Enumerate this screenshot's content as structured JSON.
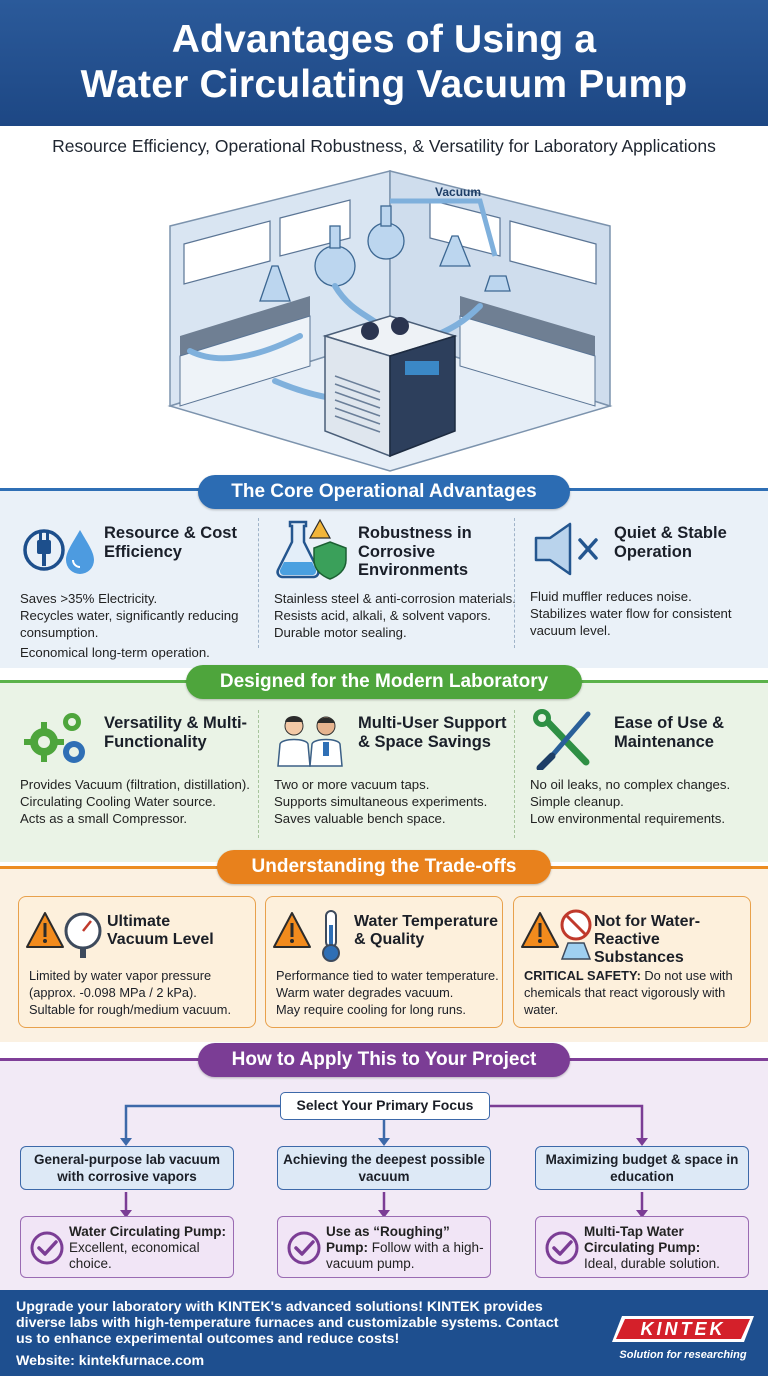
{
  "header": {
    "title_line1": "Advantages of Using a",
    "title_line2": "Water Circulating Vacuum Pump",
    "subtitle": "Resource Efficiency, Operational Robustness, & Versatility for Laboratory Applications"
  },
  "hero": {
    "vacuum_label": "Vacuum"
  },
  "core": {
    "heading": "The Core Operational Advantages",
    "cards": [
      {
        "title": "Resource & Cost Efficiency",
        "icon": "plug-water-drop-icon",
        "lines": [
          "Saves >35% Electricity.",
          "Recycles water, significantly reducing consumption.",
          "Economical long-term operation."
        ]
      },
      {
        "title": "Robustness in Corrosive Environments",
        "icon": "flask-shield-icon",
        "lines": [
          "Stainless steel & anti-corrosion materials.",
          "Resists acid, alkali, & solvent vapors.",
          "Durable motor sealing."
        ]
      },
      {
        "title": "Quiet & Stable Operation",
        "icon": "speaker-mute-icon",
        "lines": [
          "Fluid muffler reduces noise.",
          "Stabilizes water flow for consistent vacuum level."
        ]
      }
    ]
  },
  "design": {
    "heading": "Designed for the Modern Laboratory",
    "cards": [
      {
        "title": "Versatility & Multi-Functionality",
        "icon": "gears-icon",
        "lines": [
          "Provides Vacuum (filtration, distillation).",
          "Circulating Cooling Water source.",
          "Acts as a small Compressor."
        ]
      },
      {
        "title": "Multi-User Support & Space Savings",
        "icon": "scientists-icon",
        "lines": [
          "Two or more vacuum taps.",
          "Supports simultaneous experiments.",
          "Saves valuable bench space."
        ]
      },
      {
        "title": "Ease of Use & Maintenance",
        "icon": "wrench-screwdriver-icon",
        "lines": [
          "No oil leaks, no complex changes.",
          "Simple cleanup.",
          "Low environmental requirements."
        ]
      }
    ]
  },
  "trade": {
    "heading": "Understanding the Trade-offs",
    "cards": [
      {
        "title": "Ultimate Vacuum Level",
        "icon": "warning-gauge-icon",
        "lines": [
          "Limited by water vapor pressure (approx. -0.098 MPa / 2 kPa).",
          "Sultable for rough/medium vacuum."
        ]
      },
      {
        "title": "Water Temperature & Quality",
        "icon": "warning-thermometer-icon",
        "lines": [
          "Performance tied to water temperature.",
          "Warm water degrades vacuum.",
          "May require cooling for long runs."
        ]
      },
      {
        "title": "Not for Water-Reactive Substances",
        "icon": "warning-no-water-icon",
        "strong": "CRITICAL SAFETY:",
        "lines": [
          "Do not use with chemicals that react vigorously with water."
        ]
      }
    ]
  },
  "apply": {
    "heading": "How to Apply This to Your Project",
    "focus": "Select Your Primary Focus",
    "questions": [
      "General-purpose lab vacuum with corrosive vapors",
      "Achieving the deepest possible vacuum",
      "Maximizing budget & space in education"
    ],
    "answers": [
      {
        "strong": "Water Circulating Pump:",
        "rest": "Excellent, economical choice."
      },
      {
        "strong": "Use as “Roughing” Pump:",
        "rest": "Follow with a high-vacuum pump."
      },
      {
        "strong": "Multi-Tap Water Circulating Pump:",
        "rest": "Ideal, durable solution."
      }
    ]
  },
  "footer": {
    "text": "Upgrade your laboratory with KINTEK's advanced solutions! KINTEK provides diverse labs with high-temperature furnaces and customizable systems. Contact us to enhance experimental outcomes and reduce costs!",
    "website": "Website: kintekfurnace.com",
    "logo_text": "KINTEK",
    "logo_tagline": "Solution for researching"
  },
  "colors": {
    "core": "#2c6cb3",
    "design": "#4ea53c",
    "trade": "#e8811c",
    "apply": "#7b3d95",
    "header": "#1d4784"
  }
}
